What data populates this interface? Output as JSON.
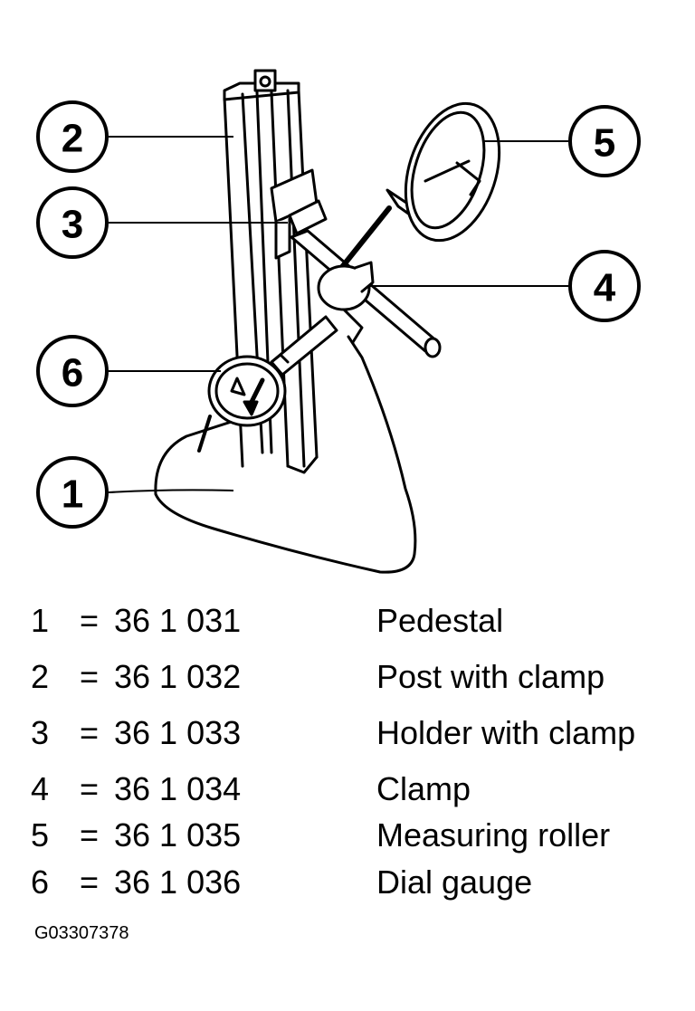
{
  "diagram": {
    "callouts": [
      "1",
      "2",
      "3",
      "4",
      "5",
      "6"
    ]
  },
  "legend": {
    "separator": "=",
    "rows": [
      {
        "num": "1",
        "code": "36 1 031",
        "desc": "Pedestal"
      },
      {
        "num": "2",
        "code": "36 1 032",
        "desc": "Post with clamp"
      },
      {
        "num": "3",
        "code": "36 1 033",
        "desc": "Holder with clamp"
      },
      {
        "num": "4",
        "code": "36 1 034",
        "desc": "Clamp"
      },
      {
        "num": "5",
        "code": "36 1 035",
        "desc": "Measuring roller"
      },
      {
        "num": "6",
        "code": "36 1 036",
        "desc": "Dial gauge"
      }
    ]
  },
  "figure_id": "G03307378"
}
